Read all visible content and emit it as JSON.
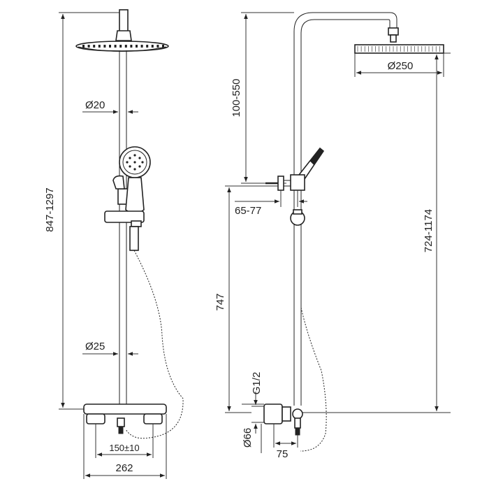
{
  "colors": {
    "line": "#222222",
    "background": "#ffffff"
  },
  "front_view": {
    "dims": {
      "height_range": "847-1297",
      "upper_pipe_diameter": "Ø20",
      "lower_pipe_diameter": "Ø25",
      "inlet_spacing": "150±10",
      "mixer_width": "262"
    }
  },
  "side_view": {
    "dims": {
      "top_extension": "100-550",
      "head_diameter": "Ø250",
      "wall_bracket": "65-77",
      "head_height": "724-1174",
      "bracket_height": "747",
      "thread": "G1/2",
      "inlet_diameter": "Ø66",
      "offset": "75"
    }
  }
}
